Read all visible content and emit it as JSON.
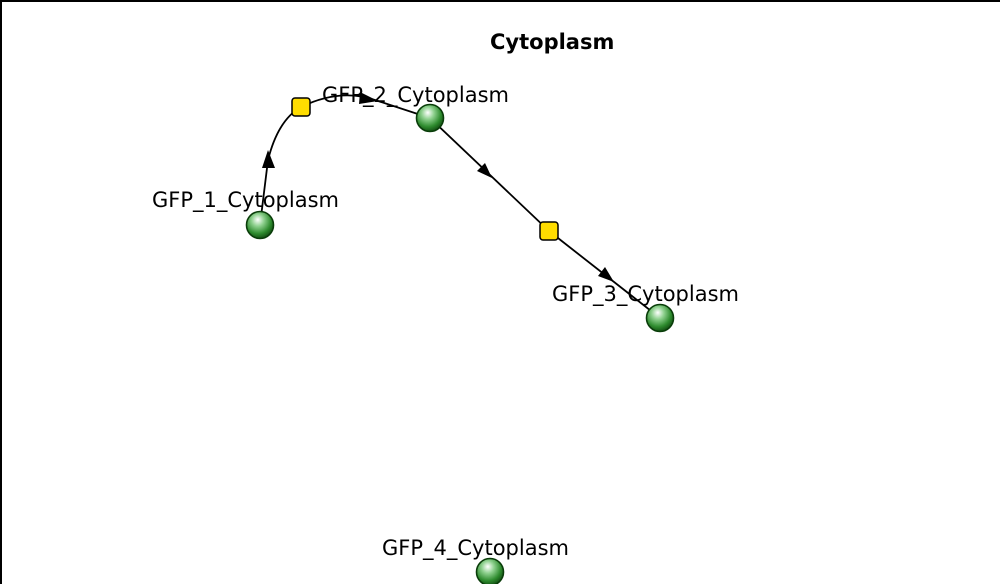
{
  "compartment": {
    "title": "Cytoplasm"
  },
  "species": [
    {
      "id": "s1",
      "label": "GFP_1_Cytoplasm"
    },
    {
      "id": "s2",
      "label": "GFP_2_Cytoplasm"
    },
    {
      "id": "s3",
      "label": "GFP_3_Cytoplasm"
    },
    {
      "id": "s4",
      "label": "GFP_4_Cytoplasm"
    }
  ],
  "reactions": [
    {
      "id": "r1",
      "reactant": "GFP_1_Cytoplasm",
      "product": "GFP_2_Cytoplasm"
    },
    {
      "id": "r2",
      "reactant": "GFP_2_Cytoplasm",
      "product": "GFP_3_Cytoplasm"
    }
  ],
  "colors": {
    "species_fill": "#2e8b2e",
    "species_highlight": "#ffffff",
    "reaction_fill": "#ffdd00",
    "compartment_border": "#000000",
    "edge": "#000000"
  }
}
